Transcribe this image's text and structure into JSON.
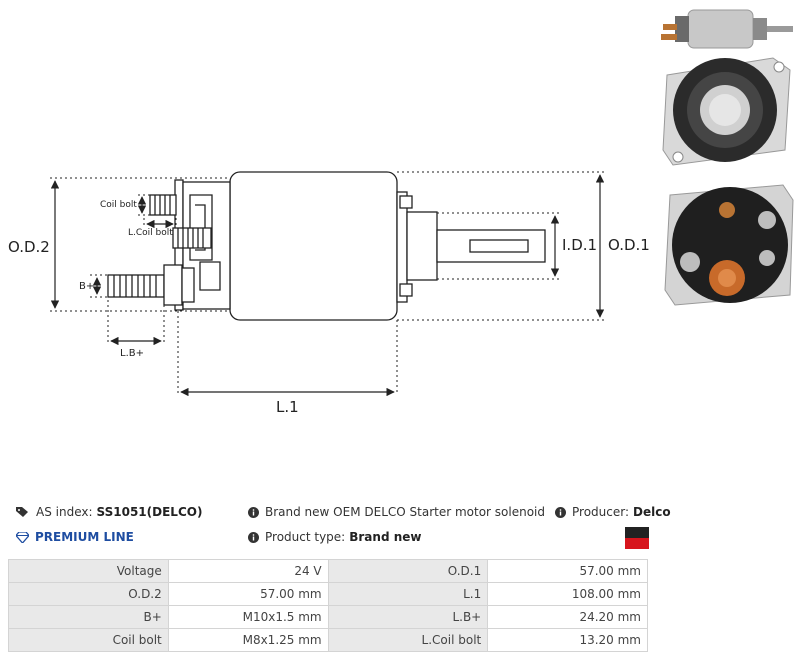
{
  "diagram": {
    "labels": {
      "od2": "O.D.2",
      "od1": "O.D.1",
      "id1": "I.D.1",
      "l1": "L.1",
      "coil_bolt": "Coil bolt",
      "l_coil_bolt": "L.Coil bolt",
      "b_plus": "B+",
      "l_b_plus": "L.B+"
    }
  },
  "info": {
    "as_index_label": "AS index:",
    "as_index_value": "SS1051(DELCO)",
    "premium_line": "PREMIUM LINE",
    "description": "Brand new OEM DELCO Starter motor solenoid",
    "product_type_label": "Product type:",
    "product_type_value": "Brand new",
    "producer_label": "Producer:",
    "producer_value": "Delco"
  },
  "brand_colors": {
    "top": "#222222",
    "bottom": "#d7151d"
  },
  "specs": [
    {
      "label1": "Voltage",
      "value1": "24 V",
      "label2": "O.D.1",
      "value2": "57.00 mm"
    },
    {
      "label1": "O.D.2",
      "value1": "57.00 mm",
      "label2": "L.1",
      "value2": "108.00 mm"
    },
    {
      "label1": "B+",
      "value1": "M10x1.5 mm",
      "label2": "L.B+",
      "value2": "24.20 mm"
    },
    {
      "label1": "Coil bolt",
      "value1": "M8x1.25 mm",
      "label2": "L.Coil bolt",
      "value2": "13.20 mm"
    }
  ]
}
